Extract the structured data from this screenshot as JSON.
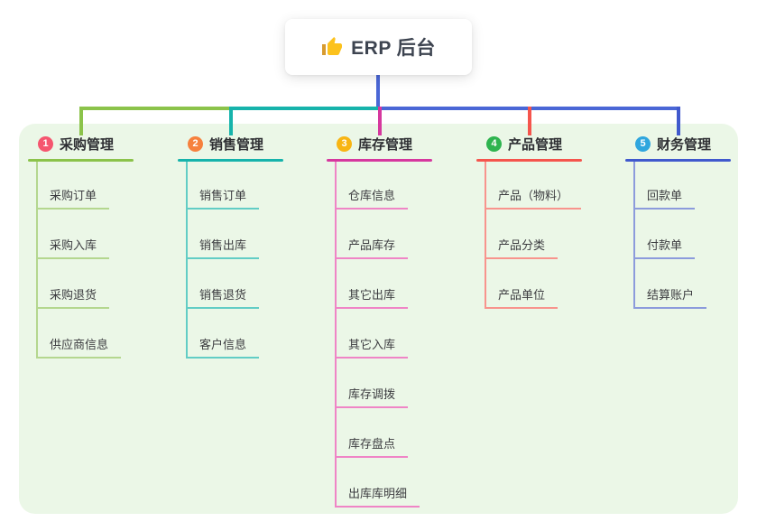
{
  "root": {
    "label": "ERP 后台",
    "icon": "thumbs-up-icon"
  },
  "colors": {
    "page_bg": "#ffffff",
    "panel_bg": "#ebf7e7",
    "root_connector": "#4a67d6",
    "root_card_bg": "#ffffff",
    "root_text": "#3d4450",
    "title_text": "#2e2f33",
    "child_text": "#3c3c40"
  },
  "branches": [
    {
      "number": "1",
      "title": "采购管理",
      "badge_color": "#f5566f",
      "line_color": "#8bc34a",
      "child_line_color": "#b4d78f",
      "children": [
        "采购订单",
        "采购入库",
        "采购退货",
        "供应商信息"
      ]
    },
    {
      "number": "2",
      "title": "销售管理",
      "badge_color": "#f6813d",
      "line_color": "#16b3ab",
      "child_line_color": "#62cdc5",
      "children": [
        "销售订单",
        "销售出库",
        "销售退货",
        "客户信息"
      ]
    },
    {
      "number": "3",
      "title": "库存管理",
      "badge_color": "#f8b513",
      "line_color": "#d6389e",
      "child_line_color": "#ef85c6",
      "children": [
        "仓库信息",
        "产品库存",
        "其它出库",
        "其它入库",
        "库存调拨",
        "库存盘点",
        "出库库明细"
      ]
    },
    {
      "number": "4",
      "title": "产品管理",
      "badge_color": "#2eb44f",
      "line_color": "#f5554d",
      "child_line_color": "#f8948d",
      "children": [
        "产品（物料）",
        "产品分类",
        "产品单位"
      ]
    },
    {
      "number": "5",
      "title": "财务管理",
      "badge_color": "#2fa6de",
      "line_color": "#4059cd",
      "child_line_color": "#8c9bdc",
      "children": [
        "回款单",
        "付款单",
        "结算账户"
      ]
    }
  ]
}
